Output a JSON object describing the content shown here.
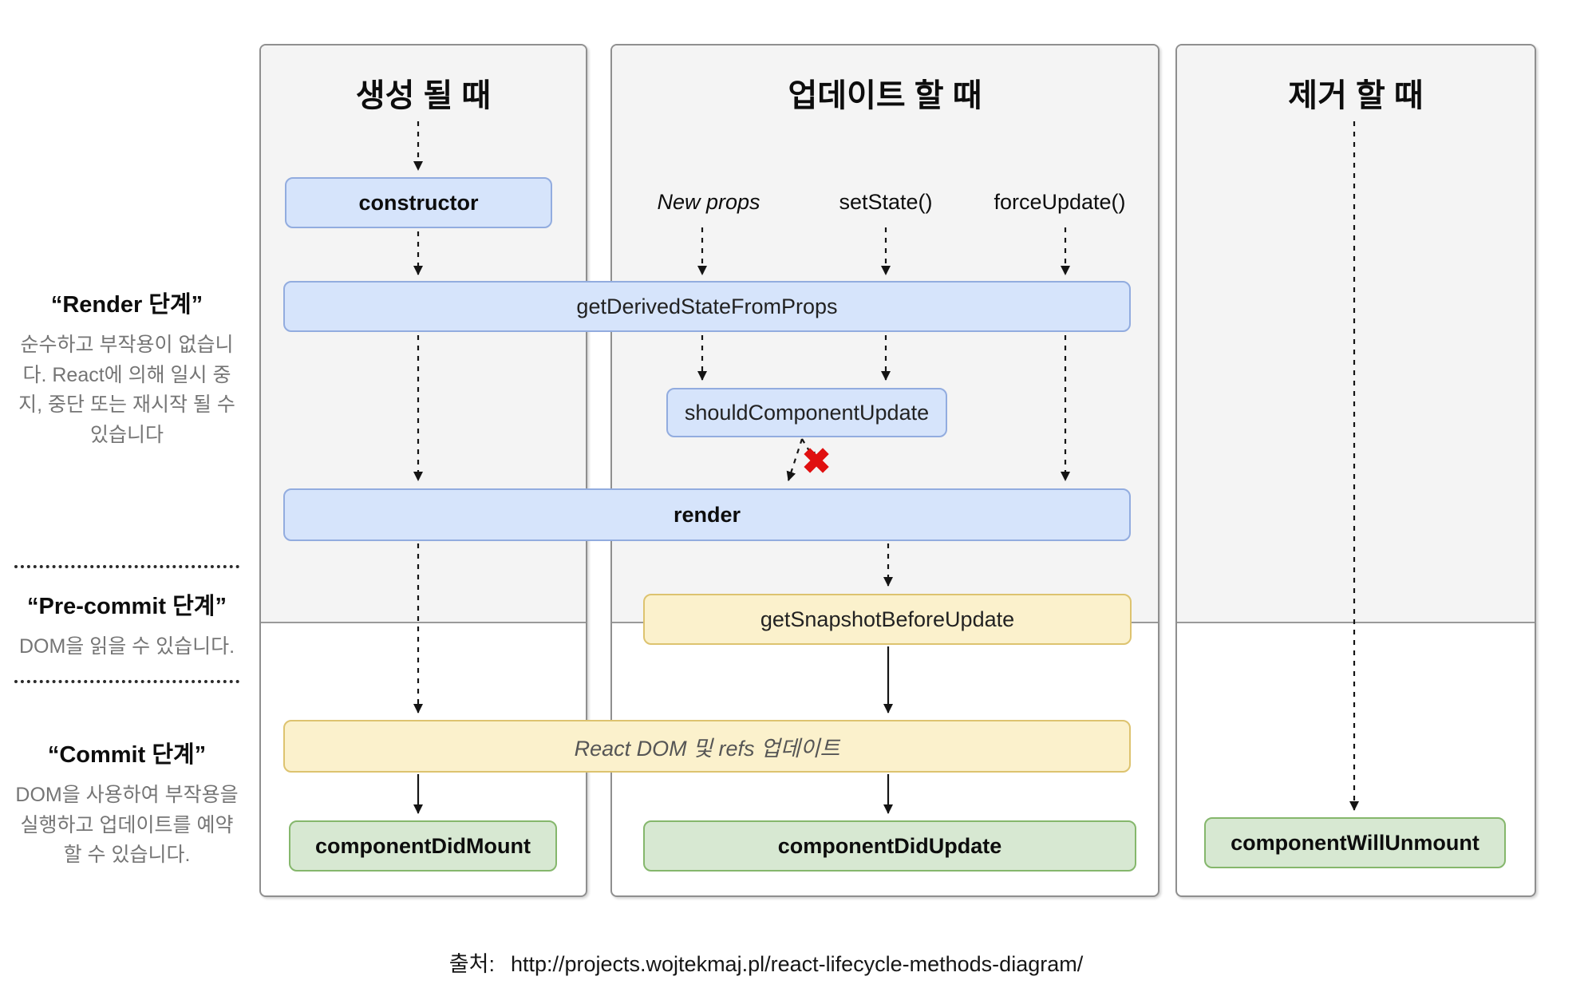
{
  "columns": {
    "mount": {
      "header": "생성 될 때"
    },
    "update": {
      "header": "업데이트 할 때",
      "triggers": [
        "New props",
        "setState()",
        "forceUpdate()"
      ]
    },
    "unmount": {
      "header": "제거 할 때"
    }
  },
  "phases": {
    "render": {
      "title": "“Render 단계”",
      "desc": "순수하고 부작용이 없습니다. React에 의해 일시 중지, 중단 또는 재시작 될 수 있습니다"
    },
    "precommit": {
      "title": "“Pre-commit 단계”",
      "desc": "DOM을 읽을 수 있습니다."
    },
    "commit": {
      "title": "“Commit 단계”",
      "desc": "DOM을 사용하여 부작용을 실행하고 업데이트를 예약 할 수 있습니다."
    }
  },
  "nodes": {
    "constructor": "constructor",
    "getDerivedStateFromProps": "getDerivedStateFromProps",
    "shouldComponentUpdate": "shouldComponentUpdate",
    "render": "render",
    "getSnapshotBeforeUpdate": "getSnapshotBeforeUpdate",
    "reactDomUpdate": "React DOM 및 refs 업데이트",
    "componentDidMount": "componentDidMount",
    "componentDidUpdate": "componentDidUpdate",
    "componentWillUnmount": "componentWillUnmount"
  },
  "icons": {
    "cancel": "✖"
  },
  "source": {
    "label": "출처:",
    "url": "http://projects.wojtekmaj.pl/react-lifecycle-methods-diagram/"
  },
  "colors": {
    "node_blue": "#d6e4fb",
    "node_blue_border": "#92acdf",
    "node_yellow": "#fbf1cc",
    "node_yellow_border": "#ddc36f",
    "node_green": "#d7e8d2",
    "node_green_border": "#85b76c",
    "panel_gray": "#f4f4f4",
    "cancel_red": "#e01010"
  }
}
